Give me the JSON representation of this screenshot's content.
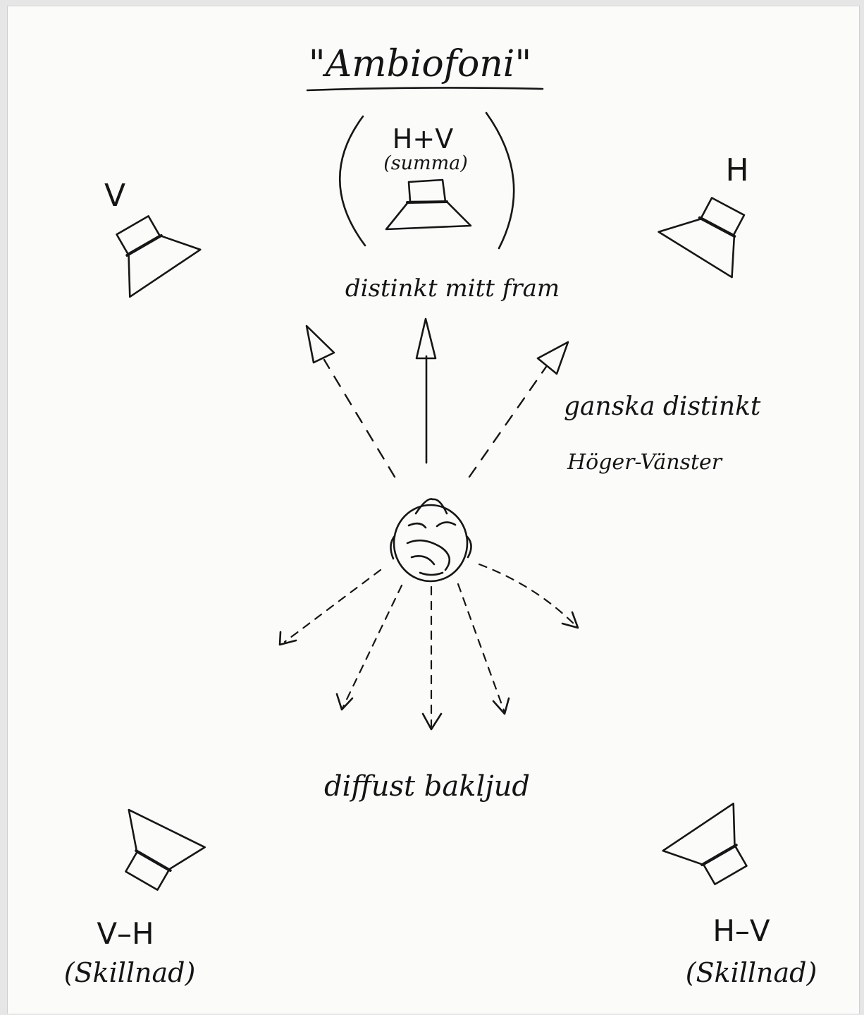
{
  "title": "\"Ambiofoni\"",
  "center_speaker": {
    "label": "H+V",
    "sublabel": "(summa)"
  },
  "left_speaker": {
    "label": "V"
  },
  "right_speaker": {
    "label": "H"
  },
  "front_note": "distinkt mitt fram",
  "side_note": {
    "line1": "ganska distinkt",
    "line2": "Höger-Vänster"
  },
  "rear_note": "diffust bakljud",
  "rear_left_speaker": {
    "label": "V–H",
    "sublabel": "(Skillnad)"
  },
  "rear_right_speaker": {
    "label": "H–V",
    "sublabel": "(Skillnad)"
  },
  "colors": {
    "ink": "#161616",
    "paper": "#fbfbf9",
    "background": "#e6e6e6"
  }
}
